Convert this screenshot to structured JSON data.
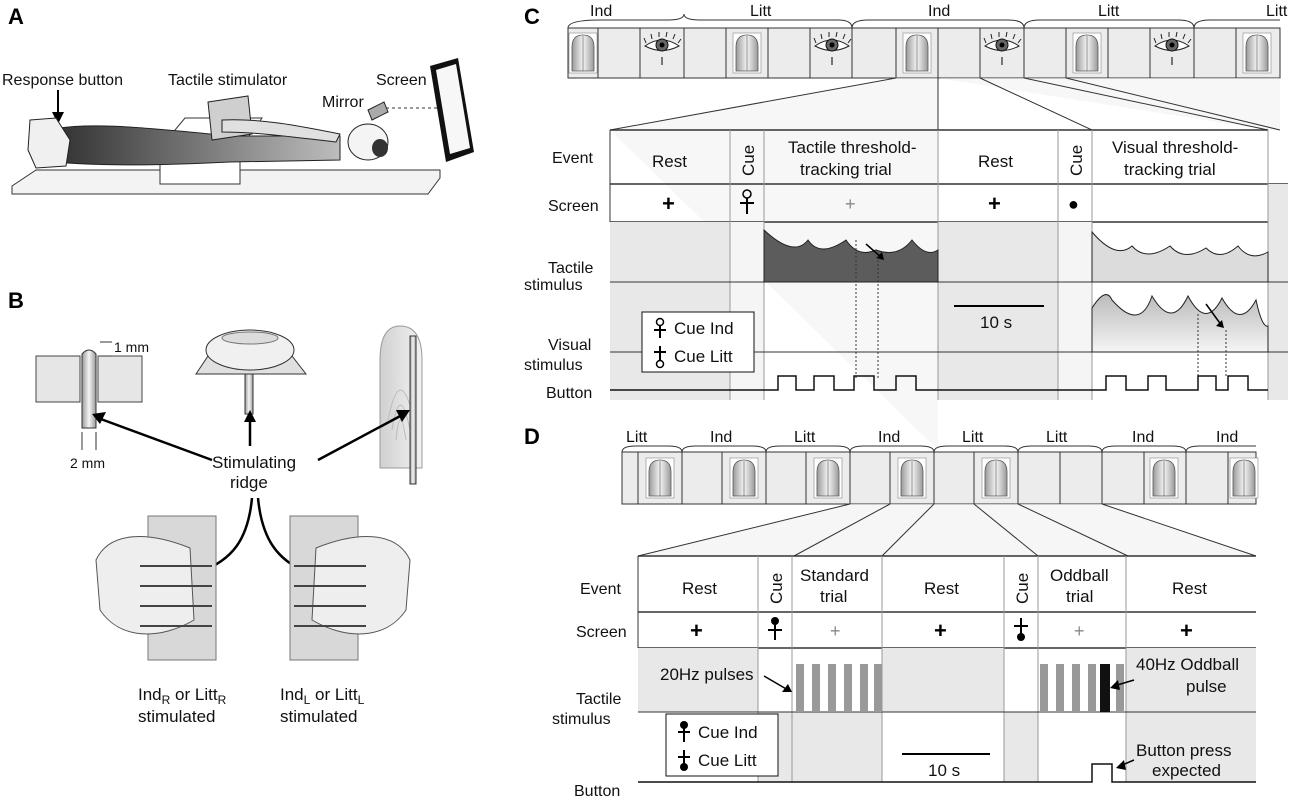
{
  "panels": {
    "a": "A",
    "b": "B",
    "c": "C",
    "d": "D"
  },
  "panel_a": {
    "response_button": "Response button",
    "tactile_stimulator": "Tactile stimulator",
    "screen": "Screen",
    "mirror": "Mirror"
  },
  "panel_b": {
    "dim_1mm": "1 mm",
    "dim_2mm": "2 mm",
    "stimulating_ridge_line1": "Stimulating",
    "stimulating_ridge_line2": "ridge",
    "right_stim_a": "Ind",
    "right_stim_sub1": "R",
    "right_stim_or": " or Litt",
    "right_stim_sub2": "R",
    "right_stim_line2": "stimulated",
    "left_stim_a": "Ind",
    "left_stim_sub1": "L",
    "left_stim_or": " or Litt",
    "left_stim_sub2": "L",
    "left_stim_line2": "stimulated"
  },
  "panel_c": {
    "top_labels": [
      "Ind",
      "Litt",
      "Ind",
      "Litt",
      "Litt"
    ],
    "row_labels": {
      "event": "Event",
      "screen": "Screen",
      "tactile1": "Tactile",
      "tactile2": "stimulus",
      "visual1": "Visual",
      "visual2": "stimulus",
      "button": "Button"
    },
    "events": {
      "rest1": "Rest",
      "cue1": "Cue",
      "tactile_trial_l1": "Tactile threshold-",
      "tactile_trial_l2": "tracking trial",
      "rest2": "Rest",
      "cue2": "Cue",
      "visual_trial_l1": "Visual threshold-",
      "visual_trial_l2": "tracking trial"
    },
    "screen_symbols": {
      "rest1": "+",
      "trial": "+",
      "rest2": "+",
      "cue2": "●"
    },
    "scale_bar": "10 s",
    "legend": {
      "cue_ind": "Cue Ind",
      "cue_litt": "Cue Litt"
    }
  },
  "panel_d": {
    "top_labels": [
      "Litt",
      "Ind",
      "Litt",
      "Ind",
      "Litt",
      "Litt",
      "Ind",
      "Ind"
    ],
    "row_labels": {
      "event": "Event",
      "screen": "Screen",
      "tactile1": "Tactile",
      "tactile2": "stimulus",
      "button": "Button"
    },
    "events": {
      "rest1": "Rest",
      "cue1": "Cue",
      "standard_l1": "Standard",
      "standard_l2": "trial",
      "rest2": "Rest",
      "cue2": "Cue",
      "oddball_l1": "Oddball",
      "oddball_l2": "trial",
      "rest3": "Rest"
    },
    "screen_symbols": {
      "rest1": "+",
      "trial1": "+",
      "rest2": "+",
      "trial2": "+",
      "rest3": "+"
    },
    "pulses_20hz": "20Hz pulses",
    "oddball_l1": "40Hz Oddball",
    "oddball_l2": "pulse",
    "scale_bar": "10 s",
    "button_press_l1": "Button press",
    "button_press_l2": "expected",
    "legend": {
      "cue_ind": "Cue Ind",
      "cue_litt": "Cue Litt"
    }
  },
  "colors": {
    "dark_fill": "#555555",
    "light_fill": "#e6e6e6",
    "oddball_pulse": "#111111",
    "pulse": "#999999"
  }
}
